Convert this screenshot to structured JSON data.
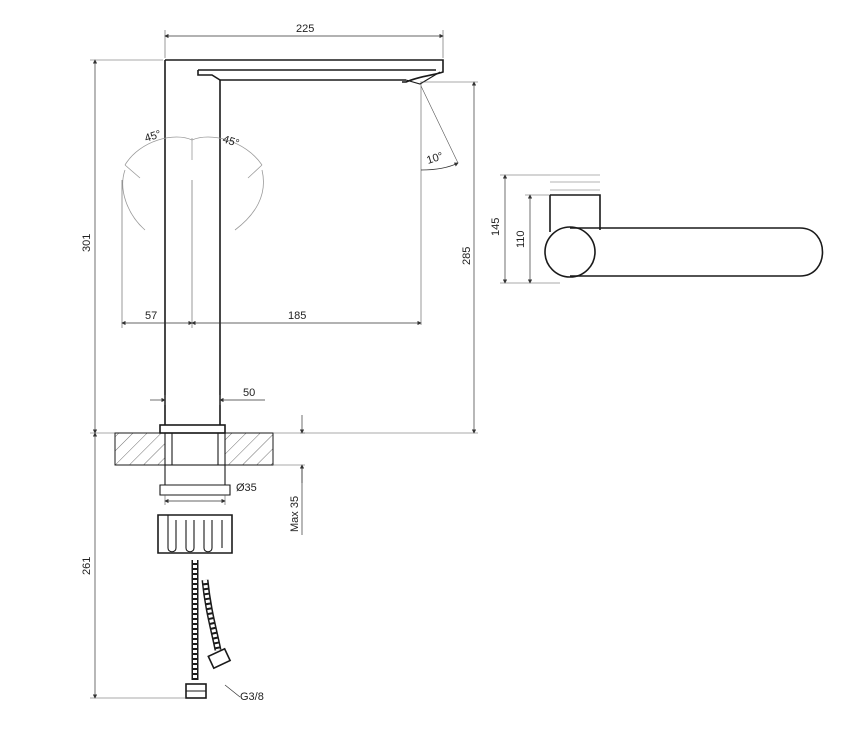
{
  "colors": {
    "line": "#1a1a1a",
    "dimension": "#333333",
    "ghost": "#9a9a9a",
    "background": "#ffffff"
  },
  "dimensions": {
    "width_225": "225",
    "height_301": "301",
    "height_285": "285",
    "angle_left": "45°",
    "angle_right": "45°",
    "angle_spout": "10°",
    "d57": "57",
    "d185": "185",
    "d50": "50",
    "dia35": "Ø35",
    "max35": "Max 35",
    "d261": "261",
    "thread": "G3/8",
    "d145": "145",
    "d110": "110"
  }
}
